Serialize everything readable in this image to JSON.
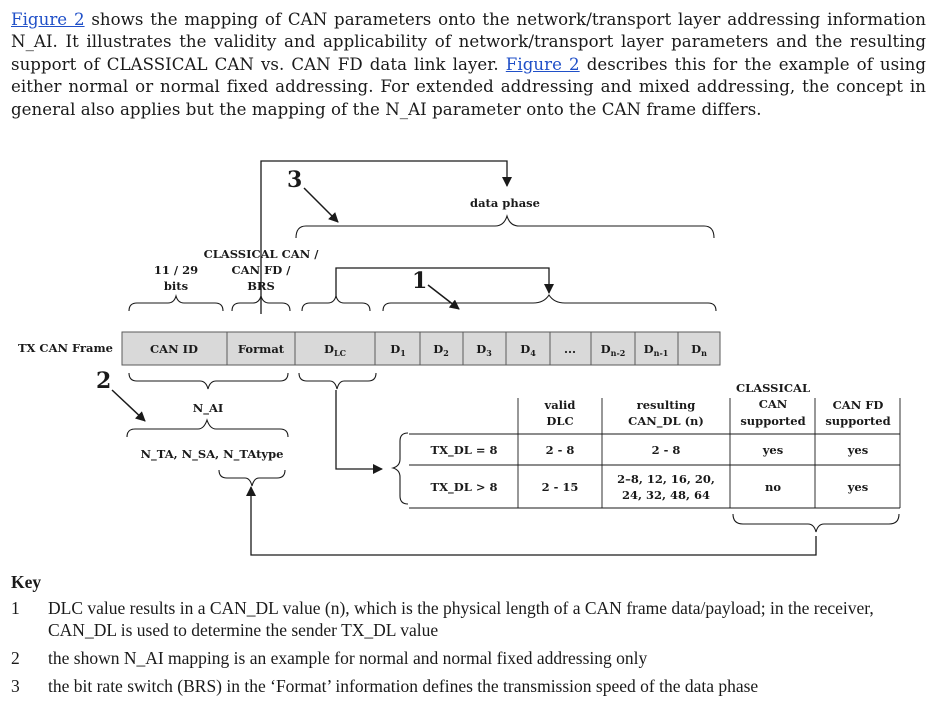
{
  "paragraph": {
    "link1": "Figure 2",
    "text1": " shows the mapping of CAN parameters onto the network/transport layer addressing information N_AI. It illustrates the validity and applicability of network/transport layer parameters and the resulting support of CLASSICAL CAN vs. CAN FD data link layer. ",
    "link2": "Figure 2",
    "text2": " describes this for the example of using either normal or normal fixed addressing. For extended addressing and mixed addressing, the concept in general also applies but the mapping of the N_AI parameter onto the CAN frame differs."
  },
  "figure": {
    "callout_1": "1",
    "callout_2": "2",
    "callout_3": "3",
    "data_phase": "data phase",
    "id_bits_line1": "11 / 29",
    "id_bits_line2": "bits",
    "format_label_line1": "CLASSICAL CAN /",
    "format_label_line2": "CAN FD /",
    "format_label_line3": "BRS",
    "frame_label": "TX CAN Frame",
    "frame_fields": [
      "CAN ID",
      "Format",
      "DLC",
      "D1",
      "D2",
      "D3",
      "D4",
      "...",
      "Dn-2",
      "Dn-1",
      "Dn"
    ],
    "n_ai": "N_AI",
    "n_ai_params": "N_TA, N_SA, N_TAtype",
    "table": {
      "headers": [
        "valid DLC",
        "resulting CAN_DL (n)",
        "CLASSICAL CAN supported",
        "CAN FD supported"
      ],
      "rows": [
        {
          "condition": "TX_DL = 8",
          "valid_dlc": "2 - 8",
          "can_dl": "2 - 8",
          "classical": "yes",
          "canfd": "yes"
        },
        {
          "condition": "TX_DL > 8",
          "valid_dlc": "2 - 15",
          "can_dl_line1": "2–8, 12, 16, 20,",
          "can_dl_line2": "24, 32, 48, 64",
          "classical": "no",
          "canfd": "yes"
        }
      ]
    }
  },
  "key": {
    "title": "Key",
    "items": [
      {
        "num": "1",
        "text": "DLC value results in a CAN_DL value (n), which is the physical length of a CAN frame data/payload; in the receiver, CAN_DL is used to determine the sender TX_DL value"
      },
      {
        "num": "2",
        "text": "the shown N_AI mapping is an example for normal and normal fixed addressing only"
      },
      {
        "num": "3",
        "text": "the bit rate switch (BRS) in the ‘Format’ information defines the transmission speed of the data phase"
      }
    ]
  }
}
